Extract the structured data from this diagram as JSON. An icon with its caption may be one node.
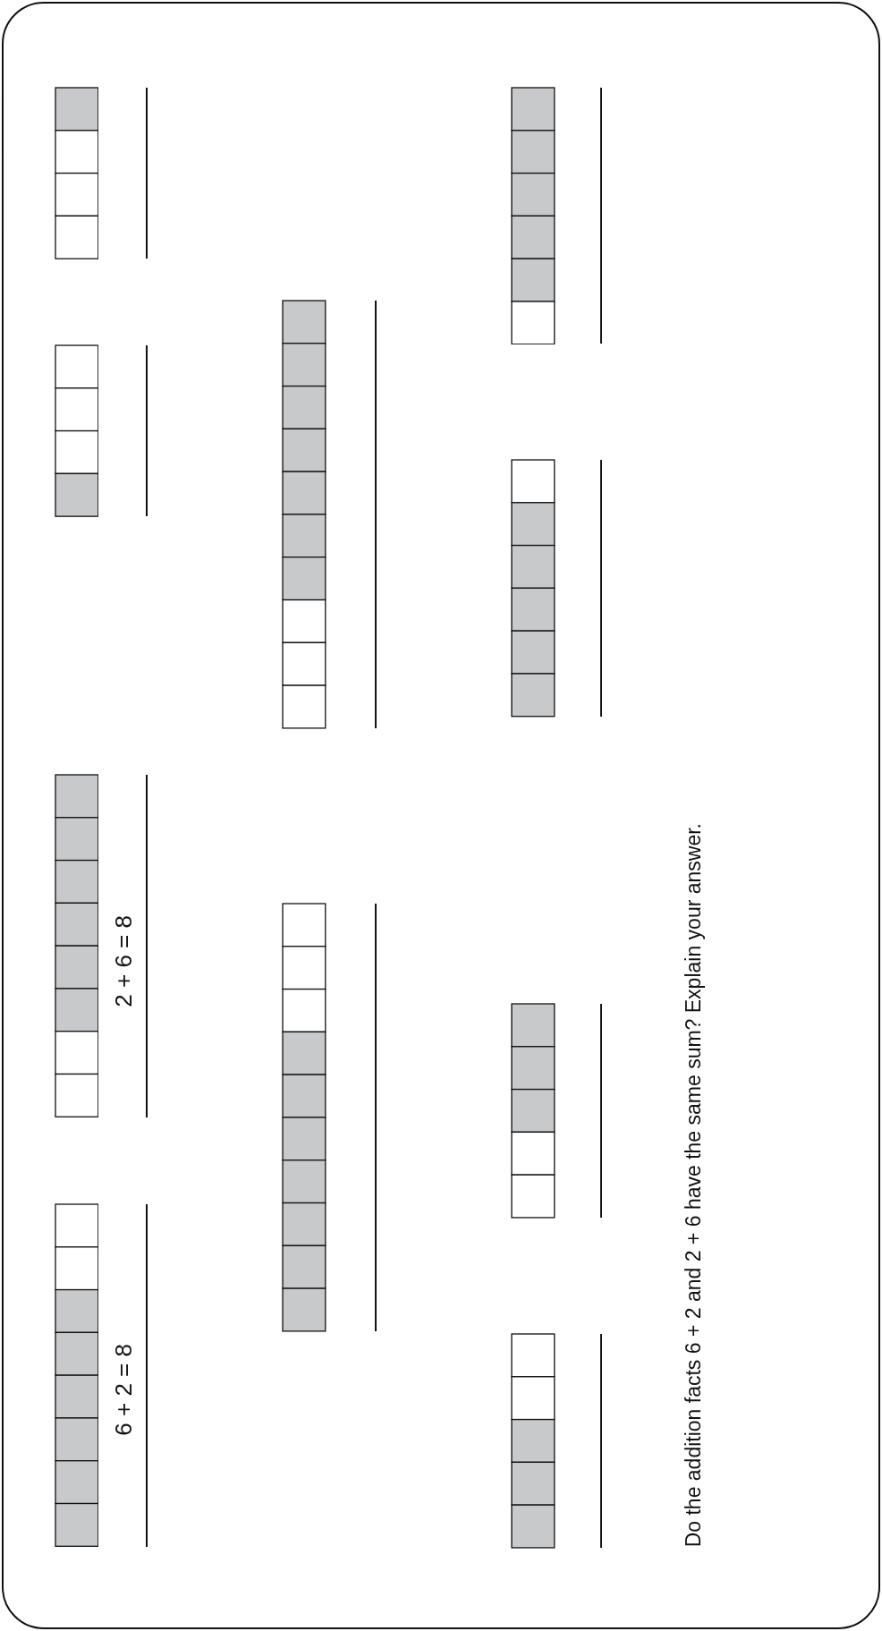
{
  "diagram": {
    "labels": [
      "6 + 2 = 8",
      "2 + 6 = 8",
      "Do the addition facts 6 + 2 and 2 + 6 have the same sum? Explain your answer."
    ]
  }
}
